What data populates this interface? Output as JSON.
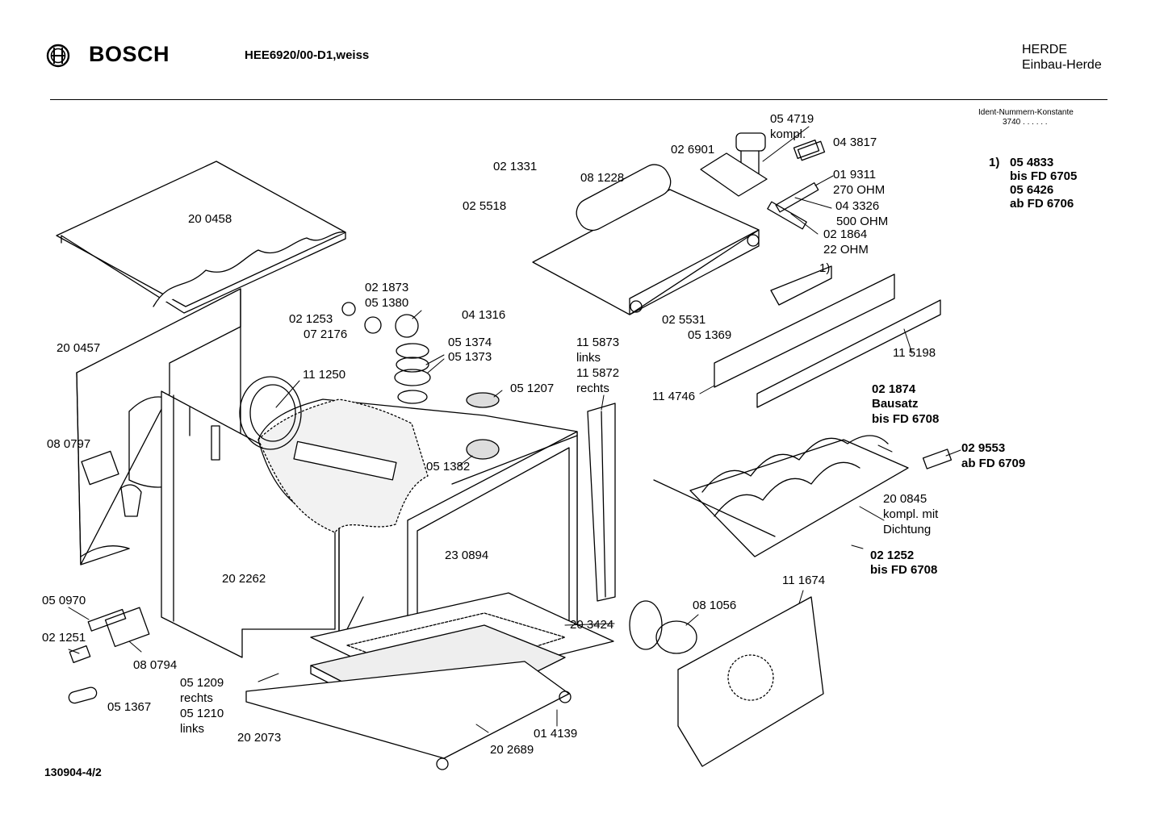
{
  "header": {
    "brand": "BOSCH",
    "model": "HEE6920/00-D1,weiss",
    "category_line1": "HERDE",
    "category_line2": "Einbau-Herde",
    "ident_label": "Ident-Nummern-Konstante",
    "ident_value": "3740  . .  . . . ."
  },
  "footnote": {
    "marker": "1)",
    "lines": [
      "05 4833",
      "bis FD 6705",
      "05 6426",
      "ab FD 6706"
    ]
  },
  "footer_code": "130904-4/2",
  "parts": [
    {
      "id": "p1",
      "lines": [
        "20 0458"
      ]
    },
    {
      "id": "p2",
      "lines": [
        "20 0457"
      ]
    },
    {
      "id": "p3",
      "lines": [
        "08 0797"
      ]
    },
    {
      "id": "p4",
      "lines": [
        "02 1331"
      ]
    },
    {
      "id": "p5",
      "lines": [
        "02 5518"
      ]
    },
    {
      "id": "p6",
      "lines": [
        "08 1228"
      ]
    },
    {
      "id": "p7",
      "lines": [
        "02 6901"
      ]
    },
    {
      "id": "p8",
      "lines": [
        "05 4719",
        "kompl."
      ]
    },
    {
      "id": "p9",
      "lines": [
        "04 3817"
      ]
    },
    {
      "id": "p10",
      "lines": [
        "01 9311",
        "270 OHM"
      ]
    },
    {
      "id": "p11",
      "lines": [
        "04 3326"
      ]
    },
    {
      "id": "p12",
      "lines": [
        "500 OHM"
      ]
    },
    {
      "id": "p13",
      "lines": [
        "02 1864",
        "22 OHM"
      ]
    },
    {
      "id": "p14",
      "lines": [
        "02 1873",
        "05 1380"
      ]
    },
    {
      "id": "p15",
      "lines": [
        "02 1253",
        "07 2176"
      ]
    },
    {
      "id": "p16",
      "lines": [
        "04 1316"
      ]
    },
    {
      "id": "p17",
      "lines": [
        "05 1374"
      ]
    },
    {
      "id": "p18",
      "lines": [
        "05 1373"
      ]
    },
    {
      "id": "p19",
      "lines": [
        "11 1250"
      ]
    },
    {
      "id": "p20",
      "lines": [
        "05 1207"
      ]
    },
    {
      "id": "p21",
      "lines": [
        "05 1382"
      ]
    },
    {
      "id": "p22",
      "lines": [
        "11 5873",
        "links",
        "11 5872",
        "rechts"
      ]
    },
    {
      "id": "p23",
      "lines": [
        "02 5531",
        "05 1369"
      ]
    },
    {
      "id": "p24",
      "lines": [
        "1)"
      ]
    },
    {
      "id": "p25",
      "lines": [
        "11 5198"
      ]
    },
    {
      "id": "p26",
      "lines": [
        "11 4746"
      ]
    },
    {
      "id": "p27",
      "lines": [
        "23 0894"
      ]
    },
    {
      "id": "p28",
      "lines": [
        "20 2262"
      ]
    },
    {
      "id": "p29",
      "lines": [
        "05 0970"
      ]
    },
    {
      "id": "p30",
      "lines": [
        "02 1251"
      ]
    },
    {
      "id": "p31",
      "lines": [
        "08 0794"
      ]
    },
    {
      "id": "p32",
      "lines": [
        "05 1367"
      ]
    },
    {
      "id": "p33",
      "lines": [
        "05 1209",
        "rechts",
        "05 1210",
        "links"
      ]
    },
    {
      "id": "p34",
      "lines": [
        "20 2073"
      ]
    },
    {
      "id": "p35",
      "lines": [
        "20 3424"
      ]
    },
    {
      "id": "p36",
      "lines": [
        "20 2689"
      ]
    },
    {
      "id": "p37",
      "lines": [
        "01 4139"
      ]
    },
    {
      "id": "p38",
      "lines": [
        "08 1056"
      ]
    },
    {
      "id": "p39",
      "lines": [
        "11 1674"
      ]
    },
    {
      "id": "p42",
      "lines": [
        "20 0845",
        "kompl. mit",
        "Dichtung"
      ]
    },
    {
      "id": "p44",
      "lines": [
        "02 1874"
      ]
    },
    {
      "id": "p45",
      "lines": [
        "Bausatz",
        "bis FD 6708"
      ]
    },
    {
      "id": "p46",
      "lines": [
        "02 9553"
      ]
    },
    {
      "id": "p47",
      "lines": [
        "ab FD 6709"
      ]
    },
    {
      "id": "p48",
      "lines": [
        "02 1252"
      ]
    },
    {
      "id": "p49",
      "lines": [
        "bis FD 6708"
      ]
    }
  ]
}
